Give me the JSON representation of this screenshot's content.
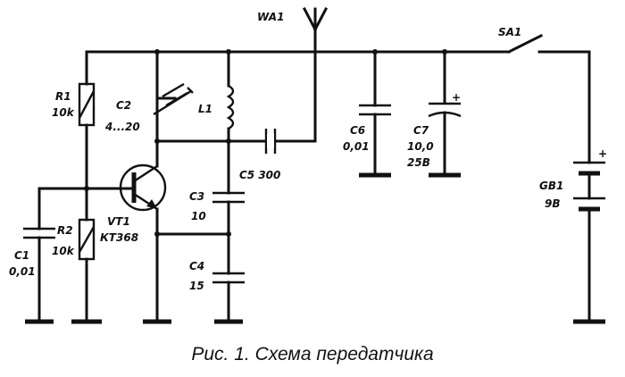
{
  "labels": {
    "wa1": "WA1",
    "sa1": "SA1",
    "r1_name": "R1",
    "r1_value": "10k",
    "c2_name": "C2",
    "c2_value": "4...20",
    "l1_name": "L1",
    "c6_name": "C6",
    "c6_value": "0,01",
    "c7_name": "C7",
    "c7_value": "10,0",
    "c7_voltage": "25В",
    "c5": "C5 300",
    "c3_name": "C3",
    "c3_value": "10",
    "vt1_name": "VT1",
    "vt1_type": "КТ368",
    "r2_name": "R2",
    "r2_value": "10k",
    "c1_name": "C1",
    "c1_value": "0,01",
    "c4_name": "C4",
    "c4_value": "15",
    "gb1_name": "GB1",
    "gb1_value": "9В",
    "plus_c7": "+",
    "plus_gb1": "+"
  },
  "caption": "Рис. 1. Схема передатчика"
}
